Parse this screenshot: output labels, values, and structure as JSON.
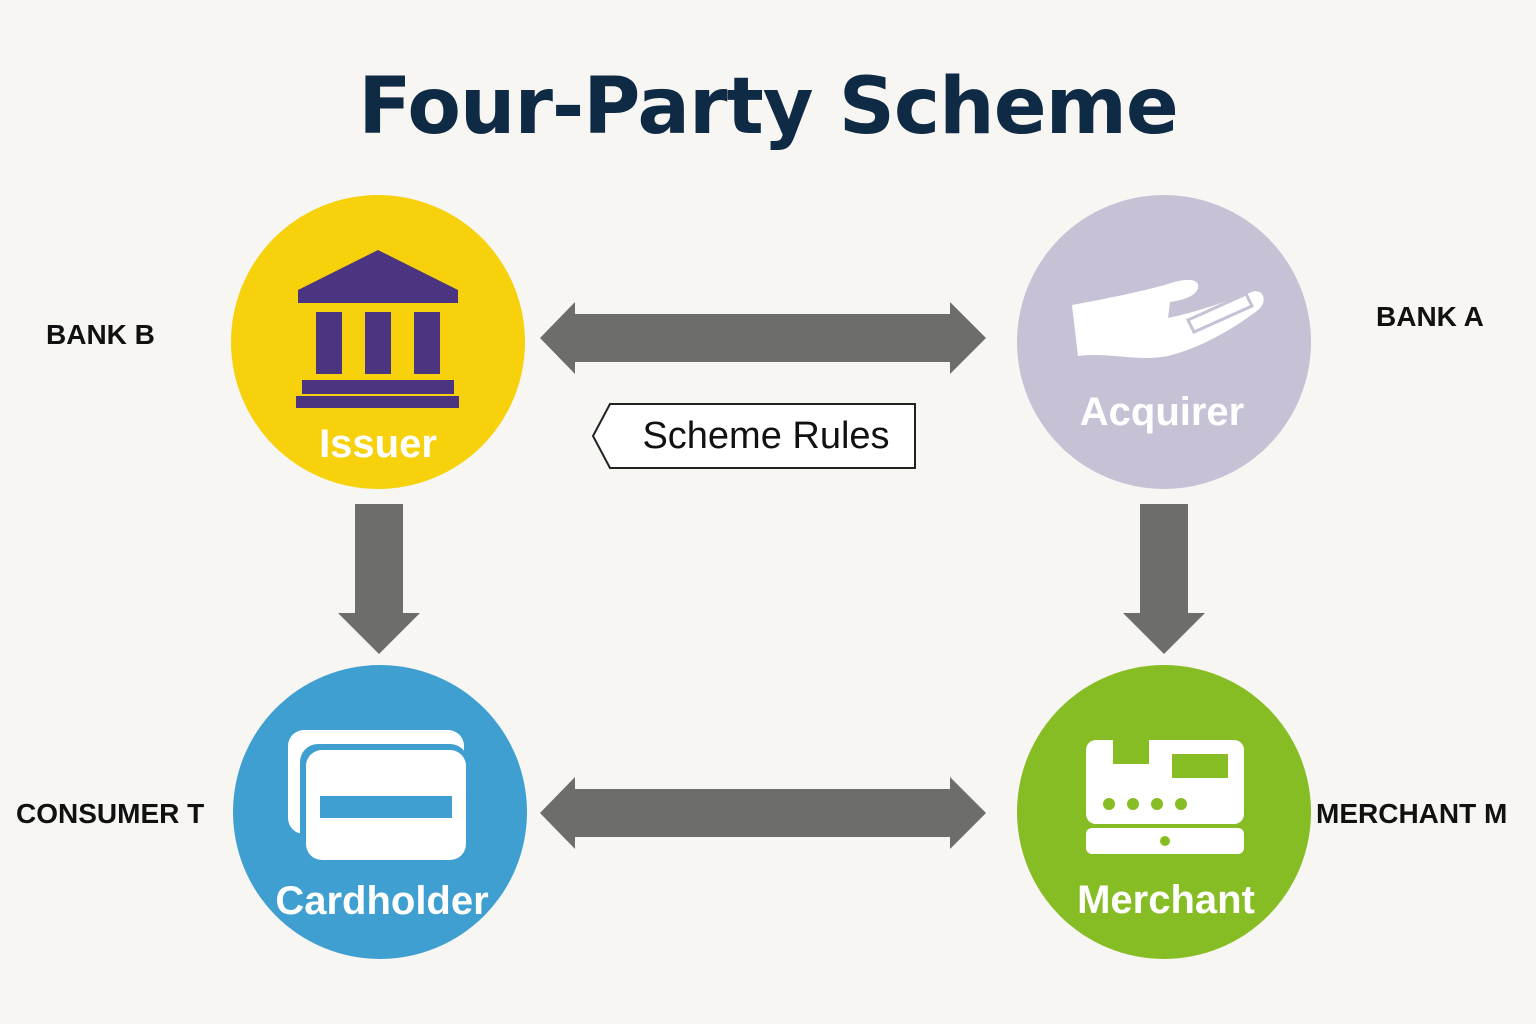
{
  "title": "Four-Party Scheme",
  "nodes": {
    "issuer": {
      "label": "Issuer",
      "side_label": "BANK B",
      "color": "#f6d10c",
      "icon": "bank-icon",
      "icon_color": "#4b3480"
    },
    "acquirer": {
      "label": "Acquirer",
      "side_label": "BANK A",
      "color": "#c7c1d6",
      "icon": "hand-card-icon"
    },
    "cardholder": {
      "label": "Cardholder",
      "side_label": "CONSUMER T",
      "color": "#3e9fd0",
      "icon": "credit-card-icon"
    },
    "merchant": {
      "label": "Merchant",
      "side_label": "MERCHANT M",
      "color": "#87bd24",
      "icon": "cash-register-icon"
    }
  },
  "center_label": "Scheme Rules",
  "arrows": [
    {
      "from": "issuer",
      "to": "acquirer",
      "direction": "both"
    },
    {
      "from": "cardholder",
      "to": "merchant",
      "direction": "both"
    },
    {
      "from": "issuer",
      "to": "cardholder",
      "direction": "one-way"
    },
    {
      "from": "acquirer",
      "to": "merchant",
      "direction": "one-way"
    }
  ],
  "arrow_color": "#6d6d6b"
}
